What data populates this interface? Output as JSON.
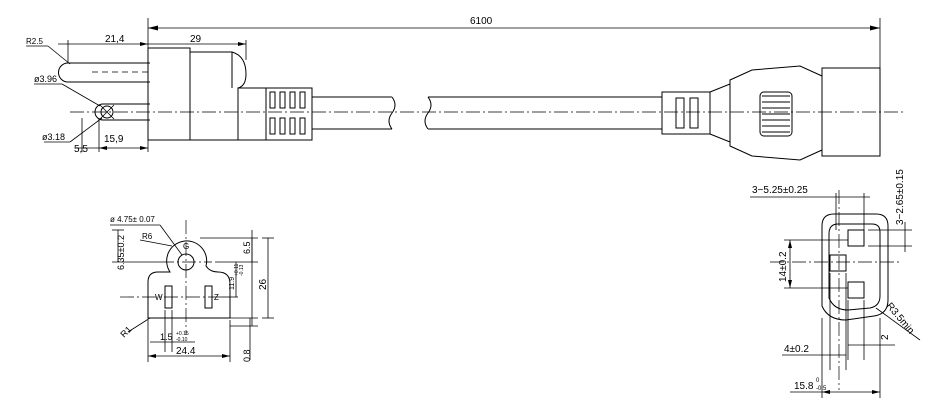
{
  "dimensions": {
    "overall_length": "6100",
    "plug_pin_radius": "R2.5",
    "plug_pin_length": "21,4",
    "plug_body_length": "29",
    "pin_diameter_top": "ø3.96",
    "pin_diameter_bottom": "ø3.18",
    "pin_offset_a": "5,5",
    "pin_offset_b": "15,9",
    "ground_hole_diameter": "ø 4.75± 0.07",
    "corner_radius_r6": "R6",
    "ground_label": "G",
    "height_6_35": "6.35±0.2",
    "height_6_5": "6.5",
    "height_11_9": "11.9",
    "height_11_9_tol_upper": "+0.11",
    "height_11_9_tol_lower": "-0.13",
    "overall_height_26": "26",
    "label_w": "W",
    "label_z": "Z",
    "corner_radius_r1": "R1",
    "slot_width_1_5": "1.5",
    "slot_width_tol_upper": "+0.15",
    "slot_width_tol_lower": "-0.10",
    "face_width_24_4": "24.4",
    "bottom_gap_0_8": "0.8",
    "connector_slot_3_5_25": "3−5.25±0.25",
    "connector_slot_3_2_65": "3−2.65±0.15",
    "connector_14": "14±0.2",
    "connector_radius": "R3.5min",
    "connector_2": "2",
    "connector_4": "4±0.2",
    "connector_15_8": "15.8",
    "connector_15_8_tol_upper": "0",
    "connector_15_8_tol_lower": "-0.5"
  }
}
